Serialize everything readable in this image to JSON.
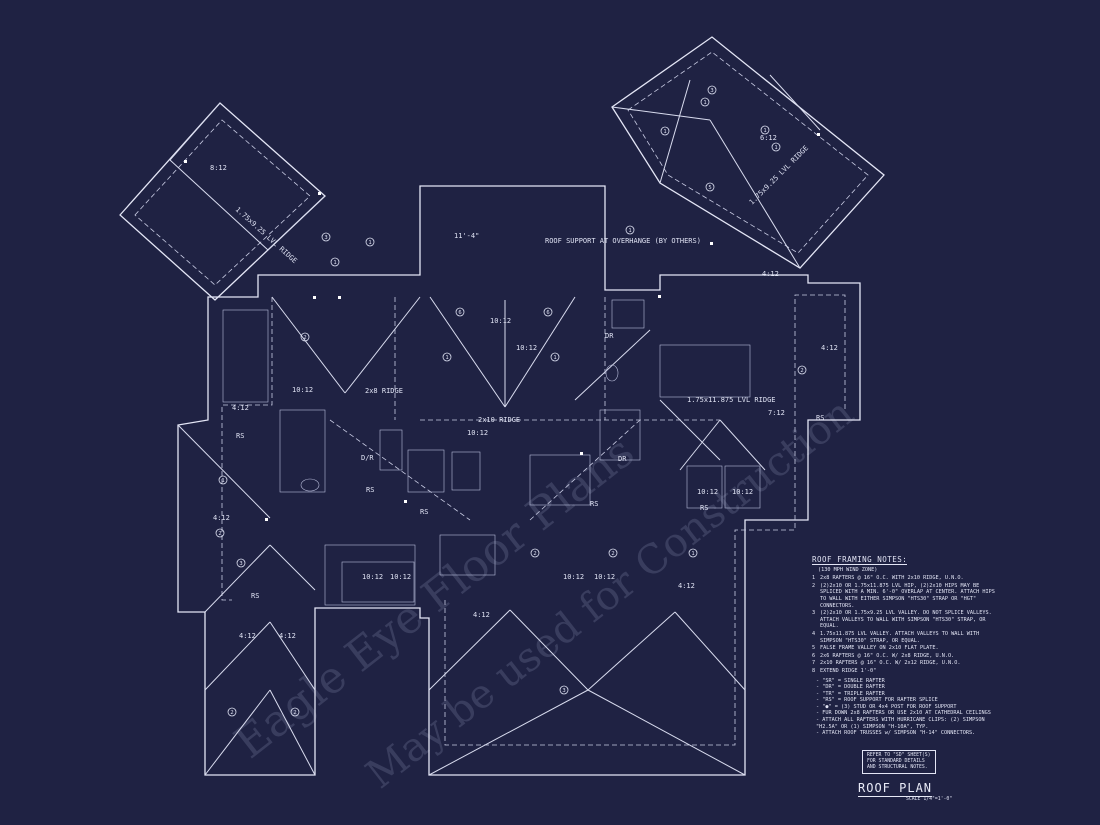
{
  "plan_labels": {
    "slope_10_12": "10:12",
    "slope_4_12": "4:12",
    "slope_6_12": "6:12",
    "slope_7_12": "7:12",
    "slope_8_12": "8:12",
    "ridge_2x8": "2x8 RIDGE",
    "ridge_2x10": "2x10 RIDGE",
    "lvl_ridge_1": "1.75x11.875 LVL RIDGE",
    "lvl_ridge_2": "1.75x9.25 LVL RIDGE",
    "dim_11_4": "11'-4\"",
    "support_note": "ROOF SUPPORT AT OVERHANGE (BY OTHERS)",
    "rs": "RS",
    "dr": "DR",
    "dr_top": "D/R"
  },
  "notes": {
    "title": "ROOF FRAMING NOTES:",
    "wind": "(130 MPH WIND ZONE)",
    "items": [
      {
        "num": "1",
        "text": "2x8 RAFTERS @ 16\" O.C. WITH 2x10 RIDGE, U.N.O."
      },
      {
        "num": "2",
        "text": "(2)2x10 OR 1.75x11.875 LVL HIP, (2)2x10 HIPS MAY BE SPLICED WITH A MIN. 6'-0\" OVERLAP AT CENTER. ATTACH HIPS TO WALL WITH EITHER SIMPSON \"HTS30\" STRAP OR \"HGT\" CONNECTORS."
      },
      {
        "num": "3",
        "text": "(2)2x10 OR 1.75x9.25 LVL VALLEY. DO NOT SPLICE VALLEYS. ATTACH VALLEYS TO WALL WITH SIMPSON \"HTS30\" STRAP, OR EQUAL."
      },
      {
        "num": "4",
        "text": "1.75x11.875 LVL VALLEY. ATTACH VALLEYS TO WALL WITH SIMPSON \"HTS30\" STRAP, OR EQUAL."
      },
      {
        "num": "5",
        "text": "FALSE FRAME VALLEY ON 2x10 FLAT PLATE."
      },
      {
        "num": "6",
        "text": "2x6 RAFTERS @ 16\" O.C. W/ 2x8 RIDGE, U.N.O."
      },
      {
        "num": "7",
        "text": "2x10 RAFTERS @ 16\" O.C. W/ 2x12 RIDGE, U.N.O."
      },
      {
        "num": "8",
        "text": "EXTEND RIDGE 1'-0\""
      }
    ],
    "abbreviations": [
      "- \"SR\" = SINGLE RAFTER",
      "- \"DR\" = DOUBLE RAFTER",
      "- \"TR\" = TRIPLE RAFTER",
      "- \"RS\" = ROOF SUPPORT FOR RAFTER SPLICE",
      "- \"●\" = (3) STUD OR 4x4 POST FOR ROOF SUPPORT",
      "- FUR DOWN 2x8 RAFTERS OR USE 2x10 AT CATHEDRAL CEILINGS",
      "- ATTACH ALL RAFTERS WITH HURRICANE CLIPS: (2) SIMPSON \"H2.5A\" OR (1) SIMPSON \"H-10A\", TYP.",
      "- ATTACH ROOF TRUSSES w/ SIMPSON \"H-14\" CONNECTORS."
    ]
  },
  "reference": "REFER TO \"SD\" SHEET(S) FOR STANDARD DETAILS AND STRUCTURAL NOTES.",
  "title": "ROOF PLAN",
  "scale": "SCALE 1/4\"=1'-0\"",
  "watermark": {
    "line1": "Eagle Eye Floor Plans",
    "line2": "May be used for Construction"
  },
  "colors": {
    "background": "#1f2243",
    "lines": "#d9dcef"
  }
}
